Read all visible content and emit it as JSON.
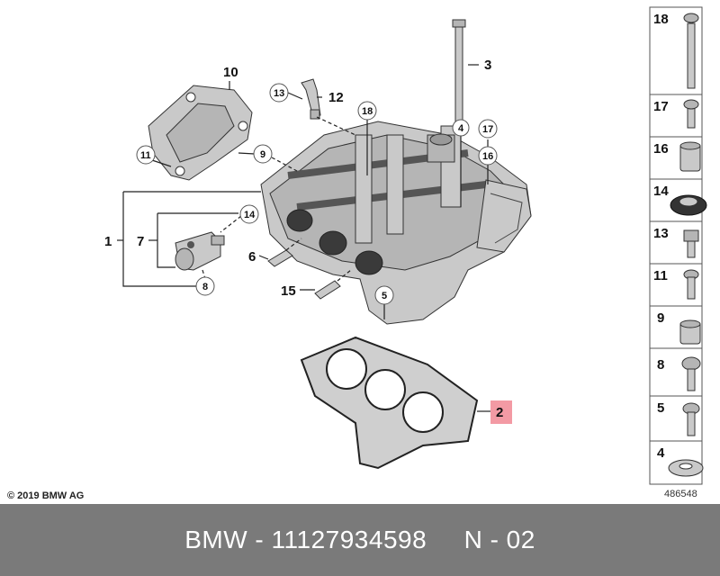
{
  "diagram": {
    "copyright": "© 2019 BMW AG",
    "figure_number": "486548",
    "callouts": {
      "c1": "1",
      "c2": "2",
      "c3": "3",
      "c4": "4",
      "c5": "5",
      "c6": "6",
      "c7": "7",
      "c8": "8",
      "c9": "9",
      "c10": "10",
      "c11": "11",
      "c12": "12",
      "c13": "13",
      "c14": "14",
      "c15": "15",
      "c16": "16",
      "c17": "17",
      "c18": "18"
    },
    "side_panel": [
      "18",
      "17",
      "16",
      "14",
      "13",
      "11",
      "9",
      "8",
      "5",
      "4"
    ]
  },
  "footer": {
    "brand": "BMW",
    "separator": " - ",
    "part_number": "11127934598",
    "gap": "     ",
    "position": "N - 02"
  }
}
